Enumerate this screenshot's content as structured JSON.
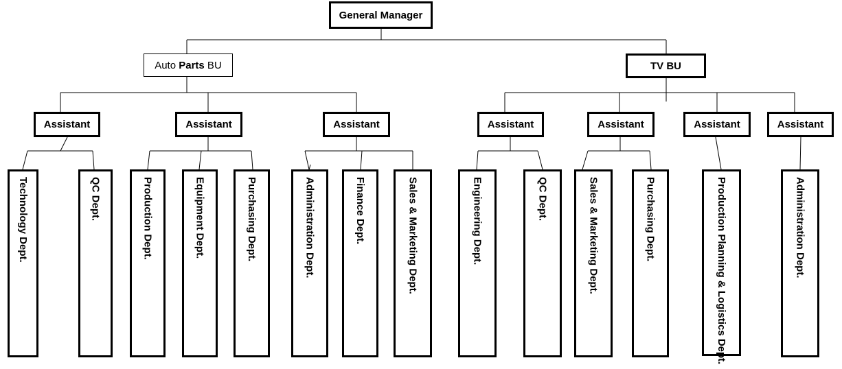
{
  "general_manager": "General Manager",
  "auto_bu": {
    "prefix": "Auto ",
    "bold": "Parts",
    "suffix": " BU"
  },
  "tv_bu": "TV BU",
  "assistant_label": "Assistant",
  "departments": {
    "technology": "Technology Dept.",
    "qc_auto": "QC Dept.",
    "production": "Production Dept.",
    "equipment": "Equipment Dept.",
    "purchasing_auto": "Purchasing Dept.",
    "administration_auto": "Administration Dept.",
    "finance": "Finance Dept.",
    "sales_auto": "Sales & Marketing Dept.",
    "engineering": "Engineering Dept.",
    "qc_tv": "QC Dept.",
    "sales_tv": "Sales & Marketing Dept.",
    "purchasing_tv": "Purchasing Dept.",
    "ppl": "Production Planning & Logistics Dept.",
    "administration_tv": "Administration Dept."
  }
}
